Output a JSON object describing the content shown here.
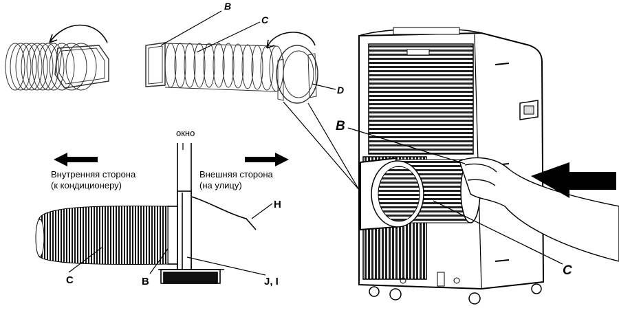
{
  "labels": {
    "b_top": "B",
    "c_top": "C",
    "d_top": "D",
    "b_unit": "B",
    "c_unit": "C",
    "window": "окно",
    "inside_line1": "Внутренняя сторона",
    "inside_line2": "(к кондиционеру)",
    "outside_line1": "Внешняя сторона",
    "outside_line2": "(на улицу)",
    "h": "H",
    "c_cross": "C",
    "b_cross": "B",
    "ji": "J, I"
  }
}
